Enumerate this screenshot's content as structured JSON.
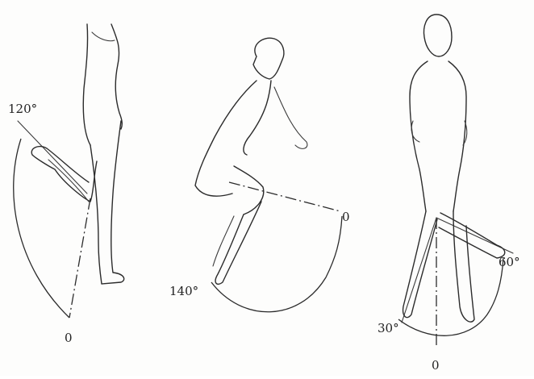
{
  "figures": [
    {
      "id": "knee-flexion-standing",
      "labels": {
        "end": "120°",
        "start": "0"
      }
    },
    {
      "id": "hip-flexion-seated",
      "labels": {
        "end": "140°",
        "start": "0"
      }
    },
    {
      "id": "hip-rotation-standing",
      "labels": {
        "left": "30°",
        "right": "60°",
        "start": "0"
      }
    }
  ]
}
